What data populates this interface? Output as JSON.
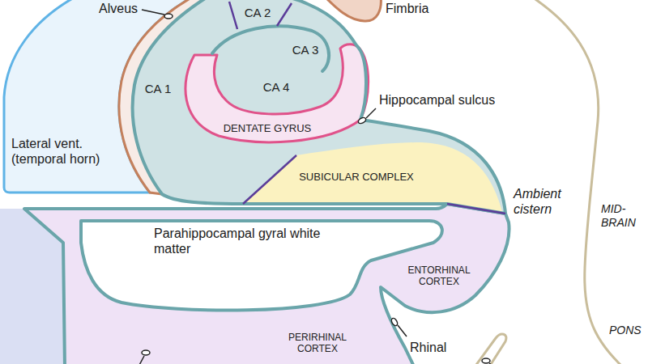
{
  "diagram": {
    "nodes": [
      {
        "text": [
          "CA 2"
        ]
      },
      {
        "text": [
          "CA 3"
        ]
      },
      {
        "text": [
          "CA 4"
        ]
      },
      {
        "text": [
          "CA 1"
        ]
      },
      {
        "text": [
          "DENTATE GYRUS"
        ]
      },
      {
        "text": [
          "Lateral vent. (temporal horn)"
        ]
      },
      {
        "text": [
          "SUBICULAR COMPLEX"
        ]
      },
      {
        "text": [
          "ENTORHINAL CORTEX"
        ]
      },
      {
        "text": [
          "PERIRHINAL CORTEX"
        ]
      }
    ],
    "labels": [
      "Alveus",
      "Fimbria",
      "Hippocampal sulcus",
      "Ambient cistern",
      "MID-BRAIN",
      "Parahippocampal gyral white matter",
      "PONS",
      "Rhinal"
    ]
  }
}
